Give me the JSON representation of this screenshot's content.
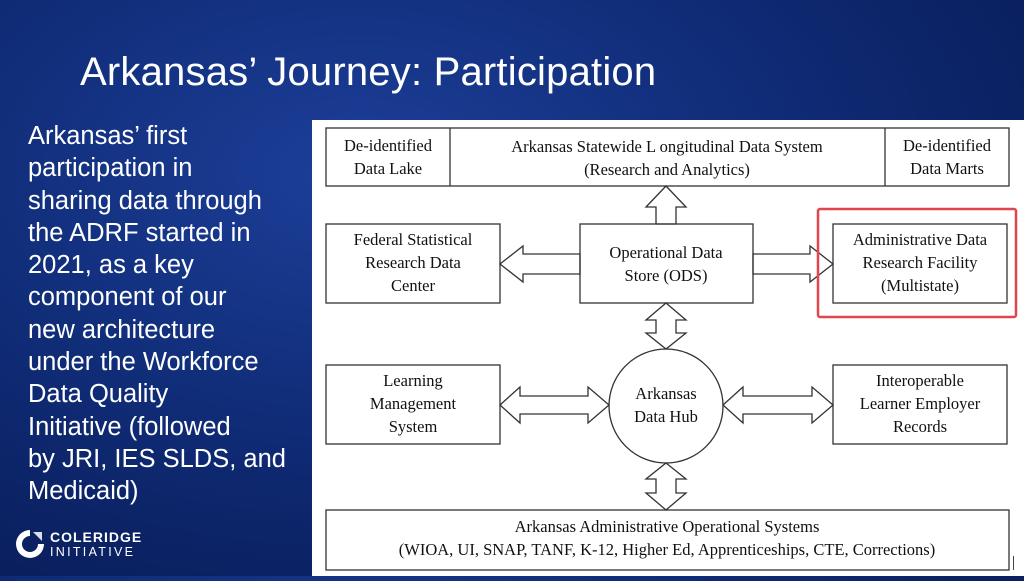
{
  "slide": {
    "title": "Arkansas’ Journey: Participation",
    "body_lines": [
      "Arkansas’ first",
      "participation in",
      "sharing data through",
      "the ADRF started in",
      "2021, as a key",
      "component of our",
      "new architecture",
      "under the Workforce",
      "Data Quality",
      "Initiative (followed",
      "by JRI, IES SLDS, and",
      "Medicaid)"
    ]
  },
  "logo": {
    "line1": "COLERIDGE",
    "line2": "INITIATIVE"
  },
  "diagram": {
    "top_left": {
      "line1": "De-identified",
      "line2": "Data Lake"
    },
    "top_center": {
      "line1": "Arkansas Statewide L ongitudinal Data System",
      "line2": "(Research and Analytics)"
    },
    "top_right": {
      "line1": "De-identified",
      "line2": "Data Marts"
    },
    "federal": {
      "line1": "Federal Statistical",
      "line2": "Research Data",
      "line3": "Center"
    },
    "ods": {
      "line1": "Operational Data",
      "line2": "Store (ODS)"
    },
    "adrf": {
      "line1": "Administrative Data",
      "line2": "Research Facility",
      "line3": "(Multistate)"
    },
    "lms": {
      "line1": "Learning",
      "line2": "Management",
      "line3": "System"
    },
    "hub": {
      "line1": "Arkansas",
      "line2": "Data Hub"
    },
    "ler": {
      "line1": "Interoperable",
      "line2": "Learner Employer",
      "line3": "Records"
    },
    "bottom": {
      "line1": "Arkansas Administrative Operational Systems",
      "line2": "(WIOA, UI, SNAP, TANF, K-12, Higher Ed, Apprenticeships, CTE, Corrections)"
    },
    "highlight_color": "#e0474c"
  }
}
